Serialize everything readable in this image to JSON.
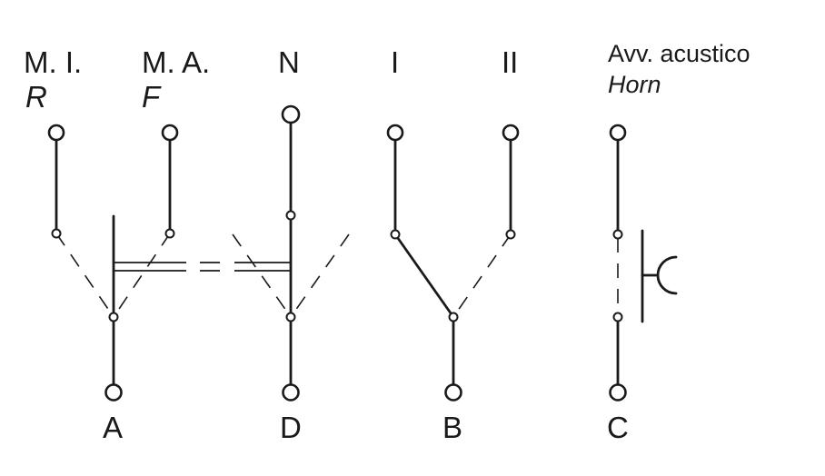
{
  "labels": {
    "top": {
      "mi": "M. I.",
      "ma": "M. A.",
      "n": "N",
      "i": "I",
      "ii": "II",
      "avv": "Avv. acustico"
    },
    "top_italic": {
      "r": "R",
      "f": "F",
      "horn": "Horn"
    },
    "bottom": {
      "a": "A",
      "d": "D",
      "b": "B",
      "c": "C"
    }
  }
}
